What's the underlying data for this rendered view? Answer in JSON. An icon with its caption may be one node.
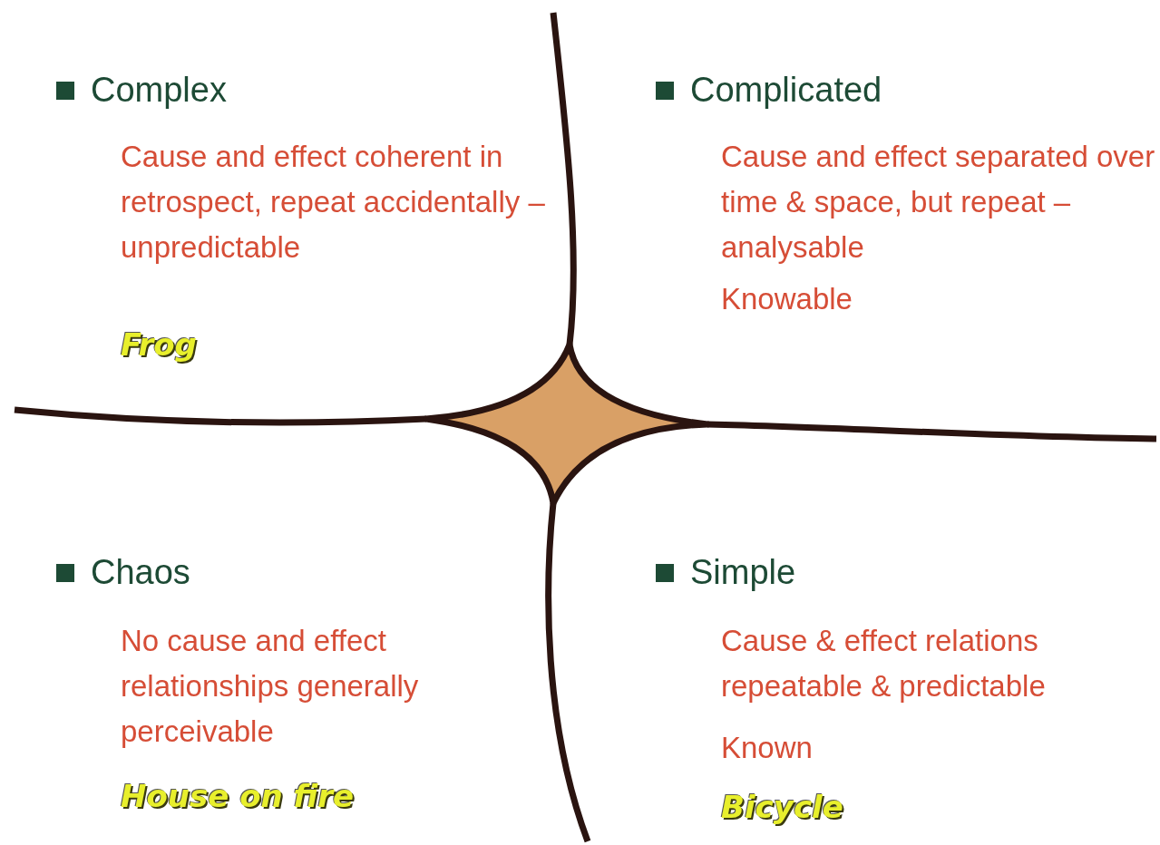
{
  "diagram": {
    "labels": [
      "Complex",
      "Cause and effect coherent in retrospect, repeat accidentally – unpredictable",
      "Frog",
      "Complicated",
      "Cause and effect separated over time & space, but repeat – analysable",
      "Knowable",
      "Chaos",
      "No cause and effect relationships generally perceivable",
      "House on fire",
      "Simple",
      "Cause & effect relations repeatable & predictable",
      "Known",
      "Bicycle"
    ]
  }
}
